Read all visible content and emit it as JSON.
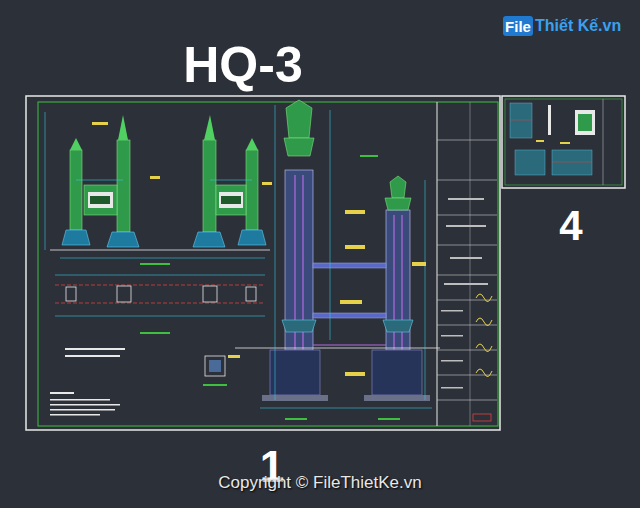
{
  "diagram": {
    "title": "HQ-3",
    "labels": [
      "1",
      "4",
      "File",
      "Thiết Kế.vn",
      "Copyright © FileThietKe.vn"
    ]
  }
}
